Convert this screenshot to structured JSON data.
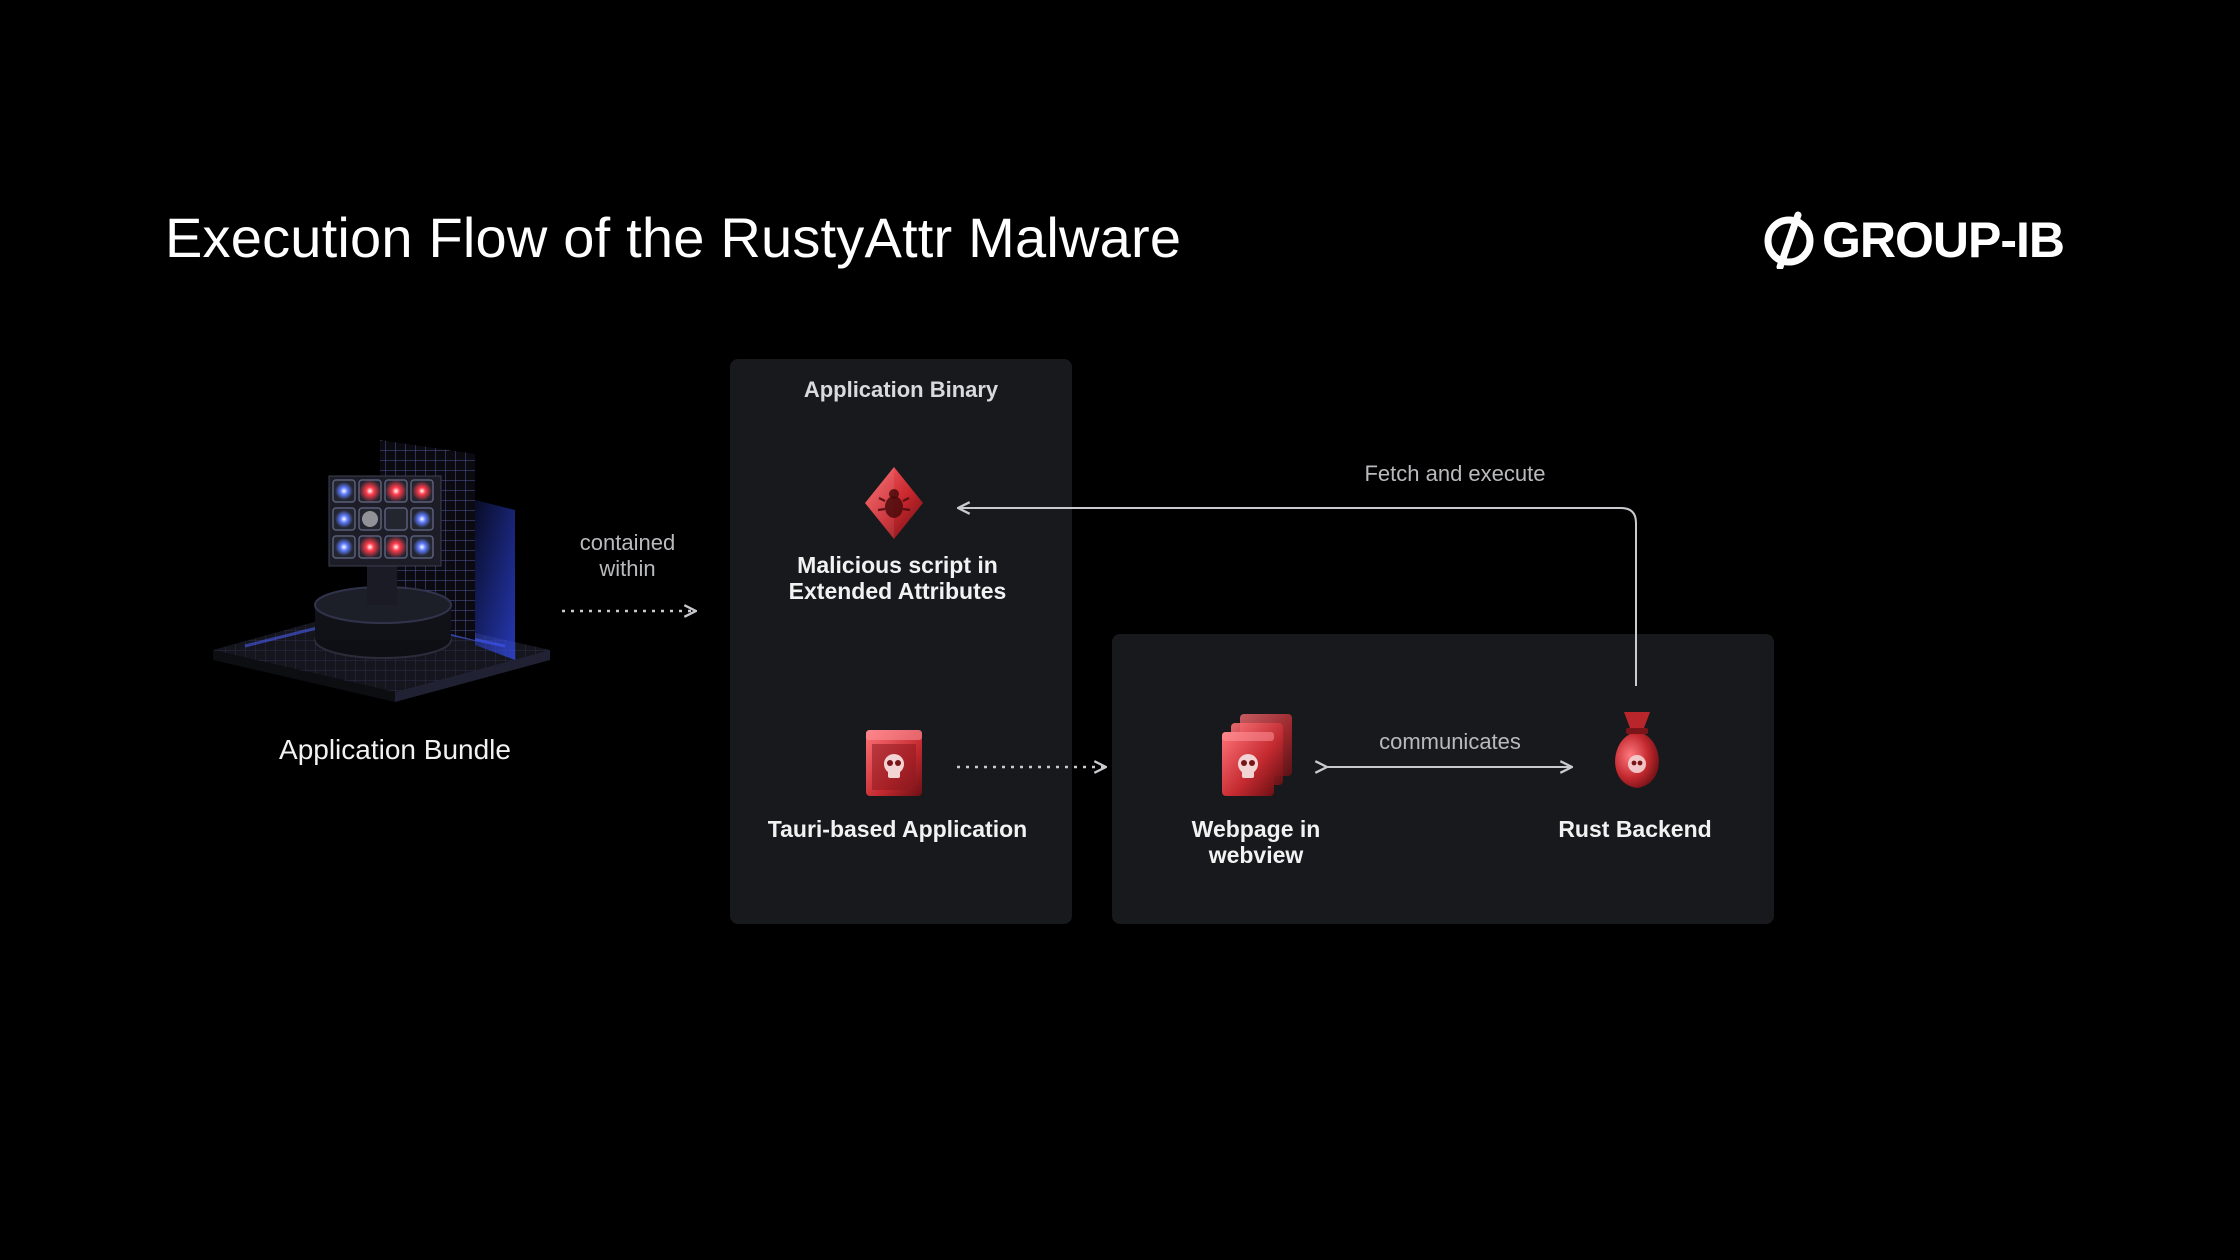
{
  "header": {
    "title": "Execution Flow of the RustyAttr Malware",
    "logo_text": "GROUP-IB"
  },
  "diagram": {
    "nodes": {
      "bundle": "Application Bundle",
      "binary_panel": "Application Binary",
      "malicious_script": [
        "Malicious script in",
        "Extended Attributes"
      ],
      "tauri_app": "Tauri-based Application",
      "webpage": [
        "Webpage in",
        "webview"
      ],
      "rust_backend": "Rust Backend"
    },
    "edges": {
      "contained_within": [
        "contained",
        "within"
      ],
      "fetch_and_execute": "Fetch and execute",
      "communicates": "communicates"
    }
  },
  "colors": {
    "background": "#000000",
    "panel": "#18191c",
    "accent_red": "#d8373c",
    "accent_blue": "#3d5bff",
    "connector": "#bfc0c3"
  },
  "icons": {
    "bundle": "server-cube-illustration",
    "malicious_script": "bug-diamond-icon",
    "tauri_app": "skull-window-icon",
    "webpage": "stacked-skull-windows-icon",
    "rust_backend": "money-bag-icon",
    "logo": "group-ib-logo-icon"
  }
}
